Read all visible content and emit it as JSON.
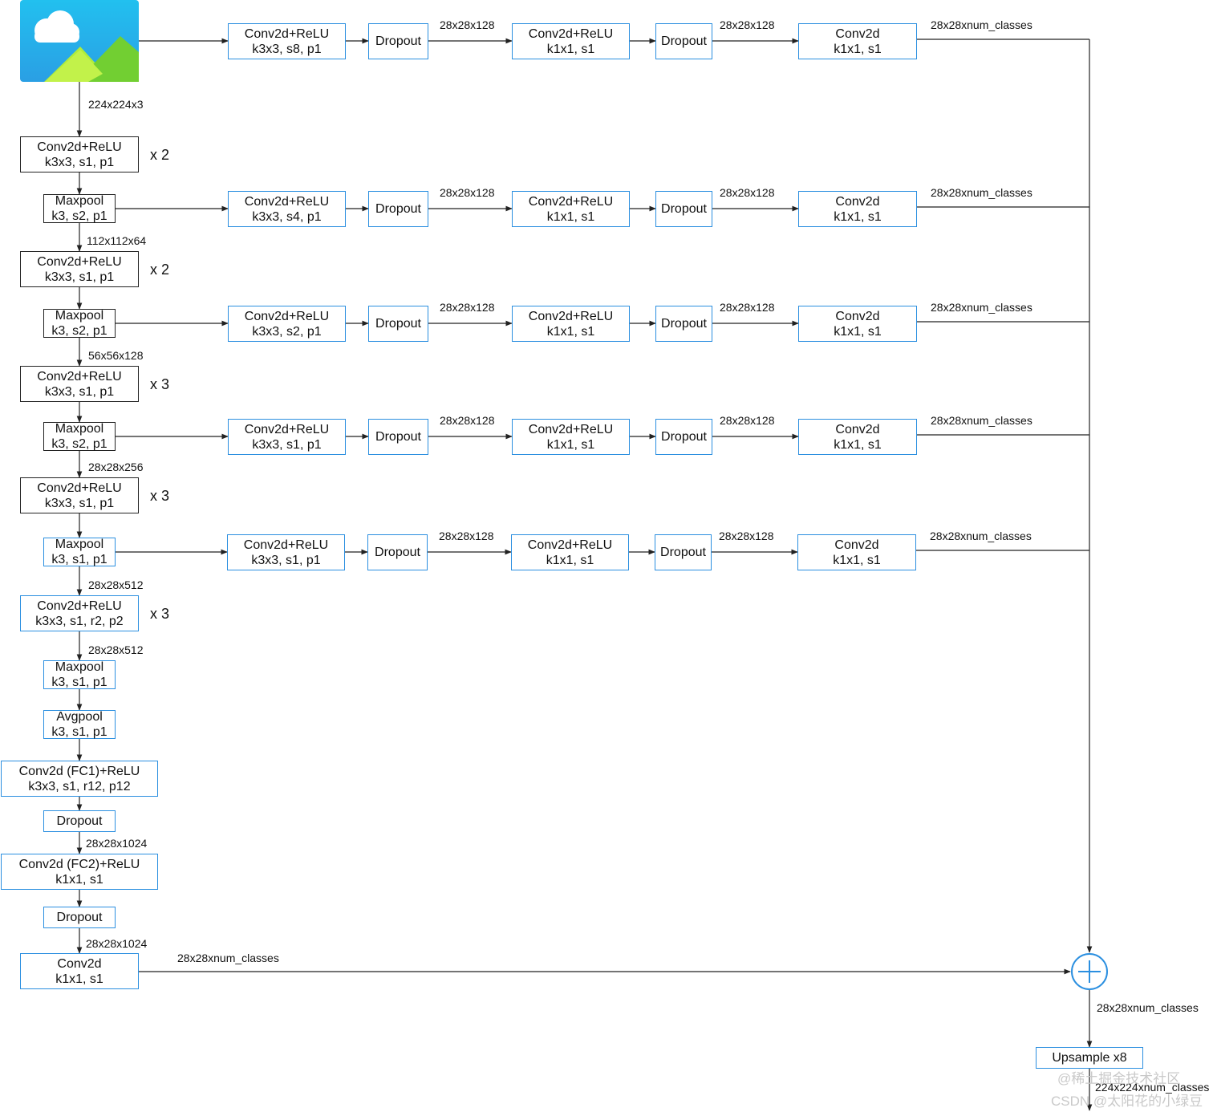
{
  "trunk": [
    {
      "l1": "Conv2d+ReLU",
      "l2": "k3x3, s1, p1",
      "style": "black"
    },
    {
      "l1": "Maxpool",
      "l2": "k3, s2, p1",
      "style": "black"
    },
    {
      "l1": "Conv2d+ReLU",
      "l2": "k3x3, s1, p1",
      "style": "black"
    },
    {
      "l1": "Maxpool",
      "l2": "k3, s2, p1",
      "style": "black"
    },
    {
      "l1": "Conv2d+ReLU",
      "l2": "k3x3, s1, p1",
      "style": "black"
    },
    {
      "l1": "Maxpool",
      "l2": "k3, s2, p1",
      "style": "black"
    },
    {
      "l1": "Conv2d+ReLU",
      "l2": "k3x3, s1, p1",
      "style": "black"
    },
    {
      "l1": "Maxpool",
      "l2": "k3, s1, p1",
      "style": "blue"
    },
    {
      "l1": "Conv2d+ReLU",
      "l2": "k3x3, s1, r2, p2",
      "style": "blue"
    },
    {
      "l1": "Maxpool",
      "l2": "k3, s1, p1",
      "style": "blue"
    },
    {
      "l1": "Avgpool",
      "l2": "k3, s1, p1",
      "style": "blue"
    },
    {
      "l1": "Conv2d (FC1)+ReLU",
      "l2": "k3x3, s1, r12, p12",
      "style": "blue"
    },
    {
      "l1": "Dropout",
      "l2": "",
      "style": "blue"
    },
    {
      "l1": "Conv2d (FC2)+ReLU",
      "l2": "k1x1, s1",
      "style": "blue"
    },
    {
      "l1": "Dropout",
      "l2": "",
      "style": "blue"
    },
    {
      "l1": "Conv2d",
      "l2": "k1x1, s1",
      "style": "blue"
    }
  ],
  "repeats": [
    "x 2",
    "x 2",
    "x 3",
    "x 3",
    "x 3"
  ],
  "trunk_labels": [
    "224x224x3",
    "112x112x64",
    "56x56x128",
    "28x28x256",
    "28x28x512",
    "28x28x512",
    "28x28x1024",
    "28x28x1024"
  ],
  "branches": [
    {
      "conv1": "k3x3, s8, p1",
      "shape_a": "28x28x128",
      "shape_b": "28x28x128",
      "shape_out": "28x28xnum_classes"
    },
    {
      "conv1": "k3x3, s4, p1",
      "shape_a": "28x28x128",
      "shape_b": "28x28x128",
      "shape_out": "28x28xnum_classes"
    },
    {
      "conv1": "k3x3, s2, p1",
      "shape_a": "28x28x128",
      "shape_b": "28x28x128",
      "shape_out": "28x28xnum_classes"
    },
    {
      "conv1": "k3x3, s1, p1",
      "shape_a": "28x28x128",
      "shape_b": "28x28x128",
      "shape_out": "28x28xnum_classes"
    },
    {
      "conv1": "k3x3, s1, p1",
      "shape_a": "28x28x128",
      "shape_b": "28x28x128",
      "shape_out": "28x28xnum_classes"
    }
  ],
  "branch_common": {
    "conv1_title": "Conv2d+ReLU",
    "dropout": "Dropout",
    "conv2_title": "Conv2d+ReLU",
    "conv2_params": "k1x1, s1",
    "conv3_title": "Conv2d",
    "conv3_params": "k1x1, s1"
  },
  "final": {
    "trunk_out_label": "28x28xnum_classes",
    "sum_out_label": "28x28xnum_classes",
    "upsample": "Upsample x8",
    "output_label": "224x224xnum_classes"
  },
  "watermark": {
    "line1": "@稀土掘金技术社区",
    "line2": "CSDN @太阳花的小绿豆"
  },
  "colors": {
    "line": "#222222",
    "blue": "#2b8fe0",
    "black": "#222222",
    "sky_top": "#22b8ec",
    "sky_bottom": "#2aa4e6",
    "hill_dark": "#6ccf2e",
    "hill_light": "#b4ee3a"
  }
}
